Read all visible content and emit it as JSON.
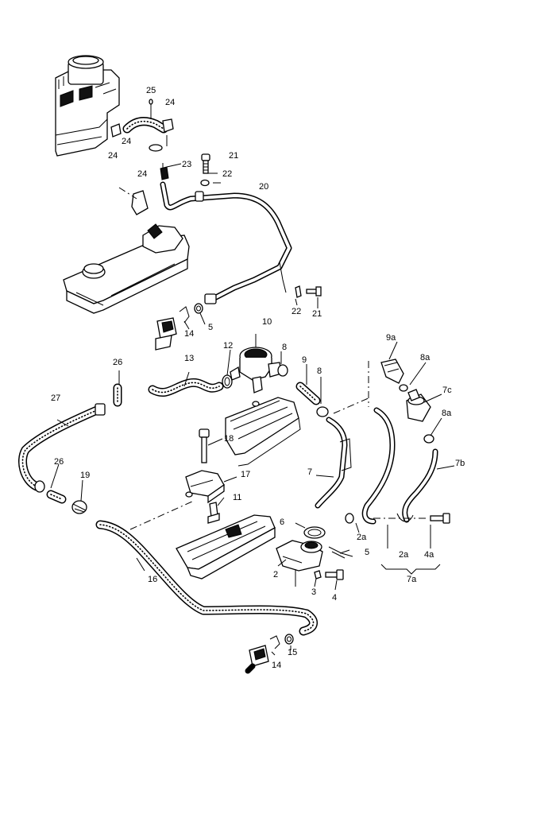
{
  "labels": {
    "l25": "25",
    "l24a": "24",
    "l24b": "24",
    "l24c": "24",
    "l24d": "24",
    "l21a": "21",
    "l22a": "22",
    "l23": "23",
    "l20": "20",
    "l22b": "22",
    "l21b": "21",
    "l14a": "14",
    "l5a": "5",
    "l10": "10",
    "l9a": "9a",
    "l8a_top": "8a",
    "l12": "12",
    "l8a": "8",
    "l9": "9",
    "l8b": "8",
    "l13": "13",
    "l26a": "26",
    "l7c": "7c",
    "l8a_mid": "8a",
    "l27": "27",
    "l18": "18",
    "l7": "7",
    "l7b": "7b",
    "l26b": "26",
    "l19": "19",
    "l17": "17",
    "l11": "11",
    "l2a_left": "2a",
    "l6": "6",
    "l2a_right": "2a",
    "l4a": "4a",
    "l5b": "5",
    "l2": "2",
    "l3": "3",
    "l4": "4",
    "l7a": "7a",
    "l16": "16",
    "l14b": "14",
    "l15": "15"
  }
}
